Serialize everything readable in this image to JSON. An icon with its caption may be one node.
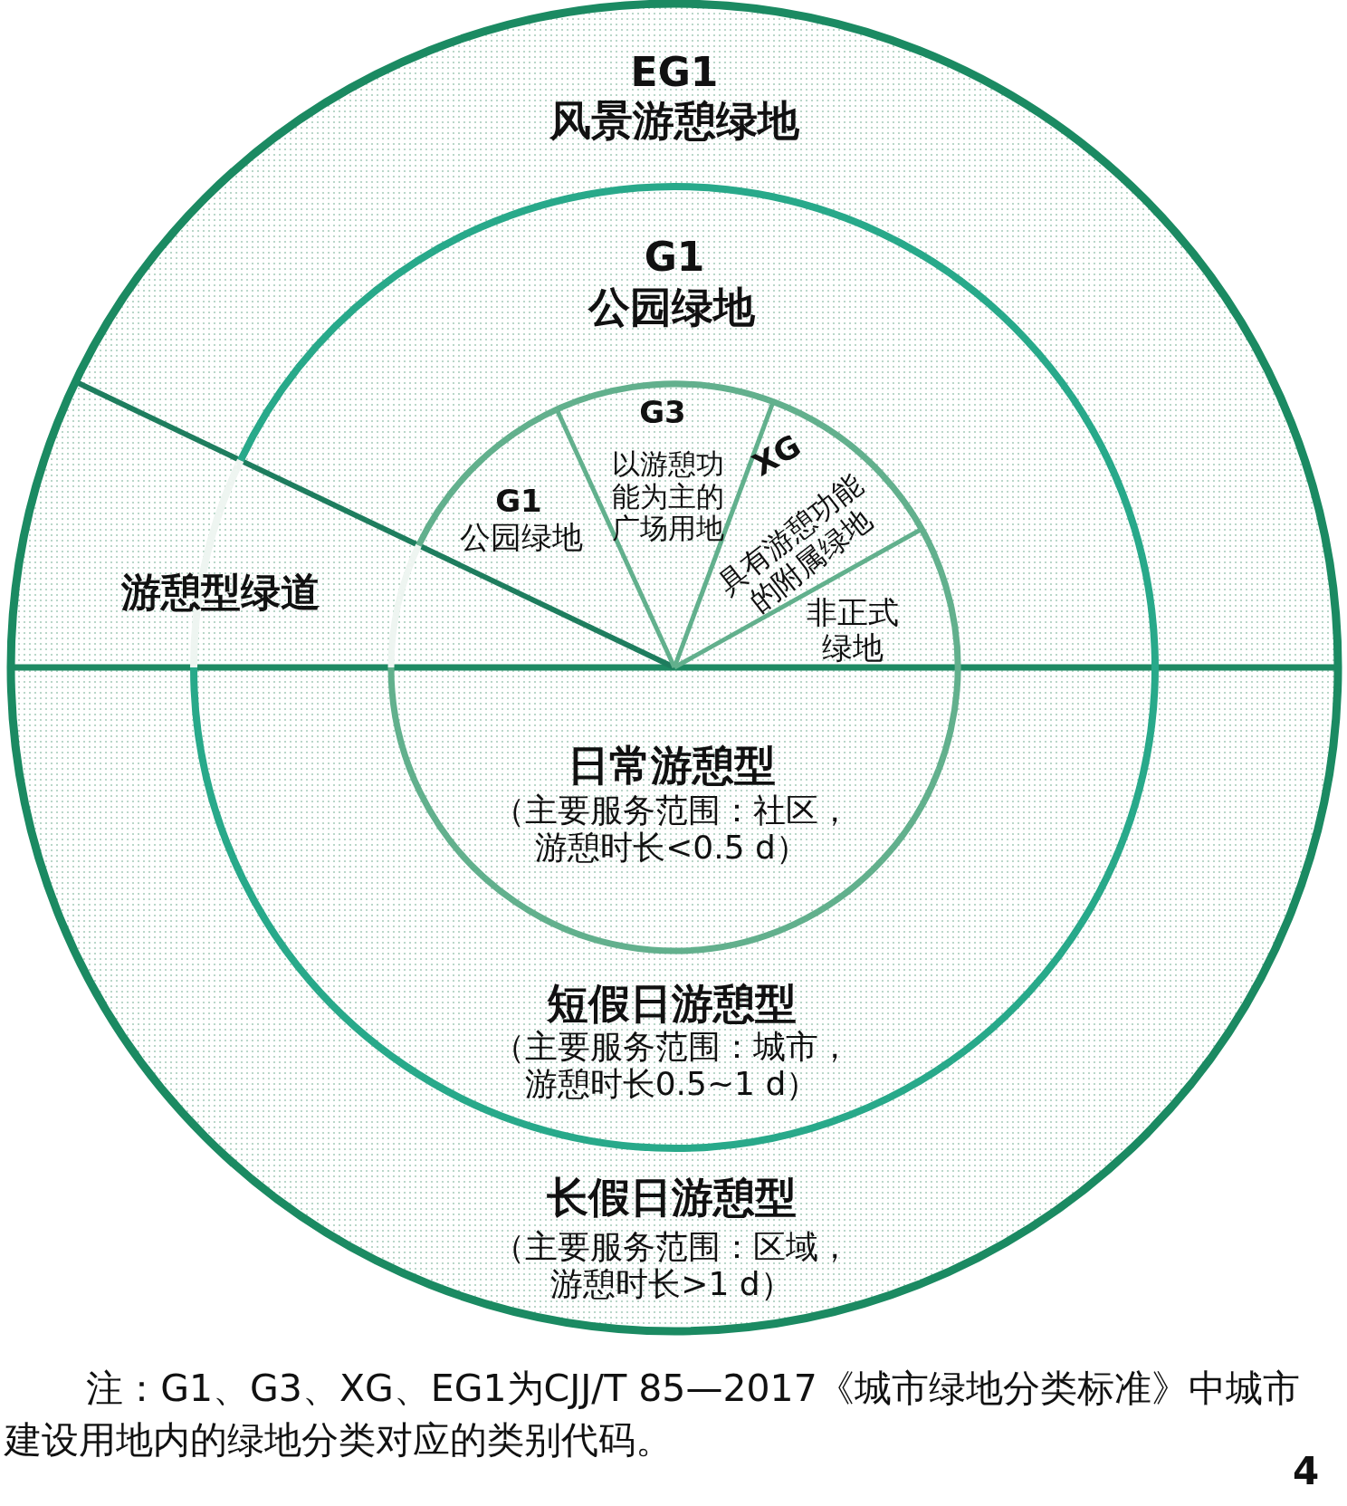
{
  "diagram": {
    "nodes": [
      {
        "text": [
          "EG1",
          "风景游憩绿地",
          "长假日游憩型",
          "（主要服务范围：区域，游憩时长>1 d）"
        ]
      },
      {
        "text": [
          "G1",
          "公园绿地",
          "短假日游憩型",
          "（主要服务范围：城市，游憩时长0.5~1 d）"
        ],
        "in": 0
      },
      {
        "text": [
          "日常游憩型",
          "（主要服务范围：社区，游憩时长<0.5 d）"
        ],
        "in": 1
      },
      {
        "text": [
          "G1",
          "公园绿地"
        ],
        "in": 2
      },
      {
        "text": [
          "G3",
          "以游憩功能为主的广场用地"
        ],
        "in": 2
      },
      {
        "text": [
          "XG",
          "具有游憩功能的附属绿地"
        ],
        "in": 2
      },
      {
        "text": [
          "非正式绿地"
        ],
        "in": 2
      },
      {
        "text": [
          "游憩型绿道"
        ],
        "in": 0
      }
    ],
    "labels": [
      "注：G1、G3、XG、EG1为CJJ/T 85—2017《城市绿地分类标准》中城市建设用地内的绿地分类对应的类别代码。",
      "4"
    ]
  }
}
